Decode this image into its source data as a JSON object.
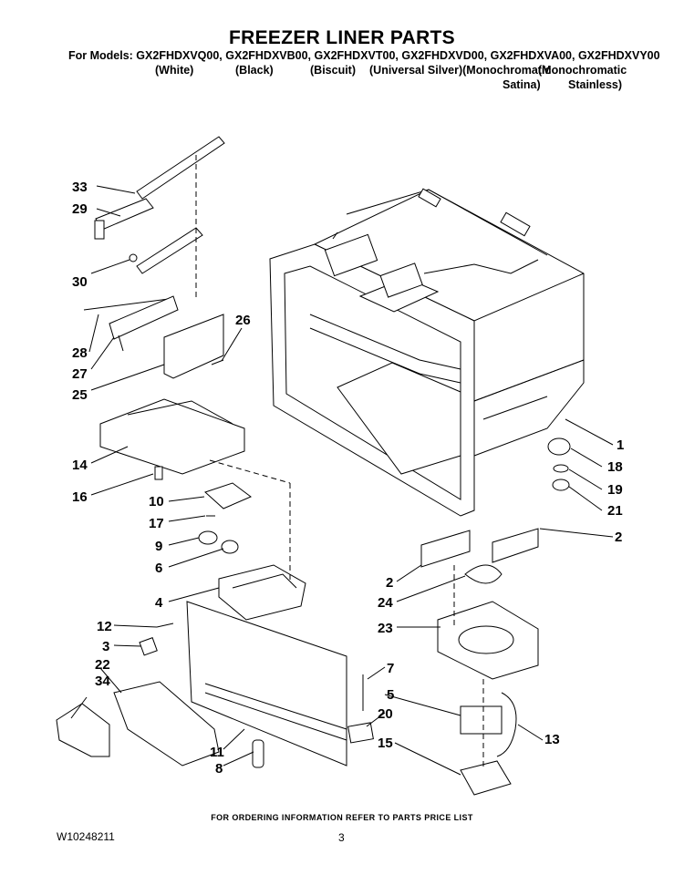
{
  "header": {
    "title": "FREEZER LINER PARTS",
    "models_line": "For Models: GX2FHDXVQ00, GX2FHDXVB00, GX2FHDXVT00, GX2FHDXVD00, GX2FHDXVA00, GX2FHDXVY00",
    "colors": [
      "(White)",
      "(Black)",
      "(Biscuit)",
      "(Universal Silver)(Monochromatic",
      "(Monochromatic"
    ],
    "colors_line2": [
      "Satina)",
      "Stainless)"
    ]
  },
  "callouts": [
    "33",
    "29",
    "30",
    "28",
    "27",
    "25",
    "26",
    "14",
    "16",
    "10",
    "17",
    "9",
    "6",
    "4",
    "12",
    "3",
    "22",
    "34",
    "11",
    "8",
    "7",
    "20",
    "5",
    "15",
    "13",
    "23",
    "24",
    "2",
    "2",
    "1",
    "18",
    "19",
    "21"
  ],
  "footer": {
    "ordering_note": "FOR ORDERING INFORMATION REFER TO PARTS PRICE LIST",
    "document_number": "W10248211",
    "page_number": "3"
  }
}
